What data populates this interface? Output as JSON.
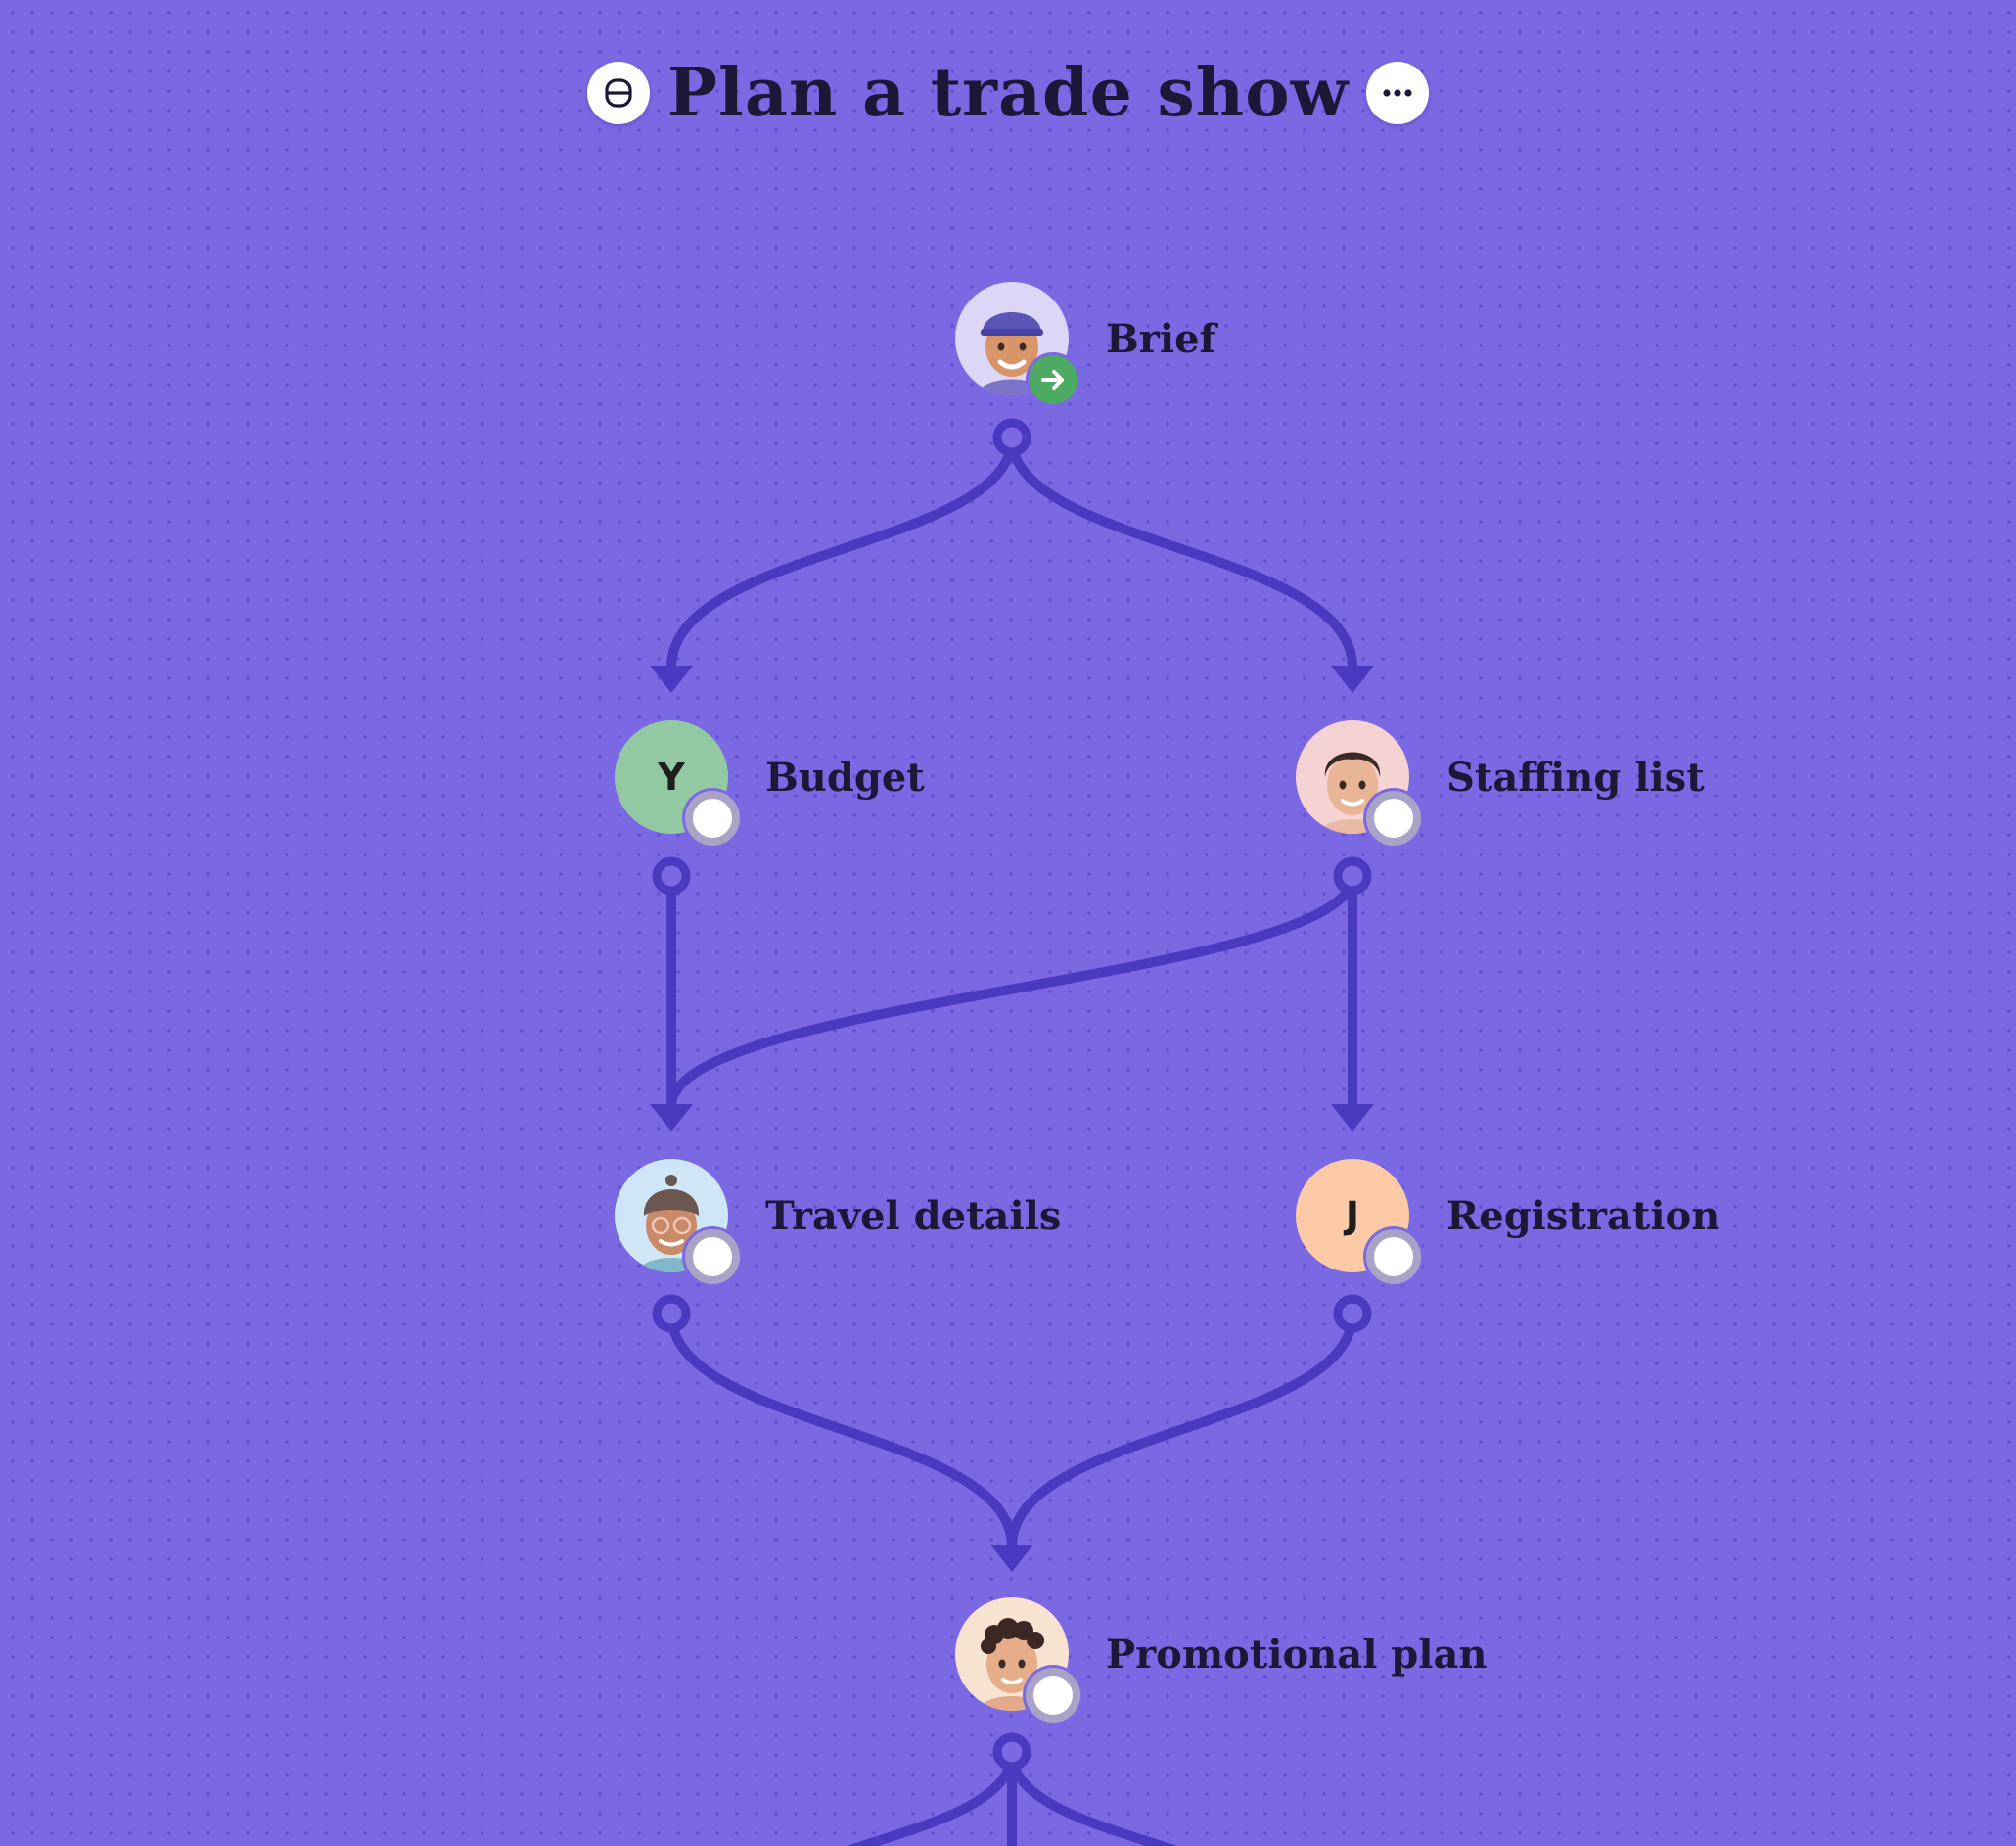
{
  "header": {
    "title": "Plan a trade show",
    "left_icon": "workflow-icon",
    "right_icon": "more-options-icon"
  },
  "colors": {
    "background": "#7b68e3",
    "connector": "#4a3abf",
    "text": "#1c1838",
    "status_started": "#4caa62",
    "status_pending_ring": "#a9a3c8"
  },
  "nodes": [
    {
      "id": "brief",
      "label": "Brief",
      "avatar": "memoji-purple-cap",
      "status": "started"
    },
    {
      "id": "budget",
      "label": "Budget",
      "avatar": "initial",
      "initial": "Y",
      "avatar_color": "#93c9a2",
      "status": "pending"
    },
    {
      "id": "staffing",
      "label": "Staffing list",
      "avatar": "memoji-dark-hair",
      "status": "pending"
    },
    {
      "id": "travel",
      "label": "Travel details",
      "avatar": "memoji-beanie-glasses",
      "status": "pending"
    },
    {
      "id": "registration",
      "label": "Registration",
      "avatar": "initial",
      "initial": "J",
      "avatar_color": "#fccaa6",
      "status": "pending"
    },
    {
      "id": "promotional",
      "label": "Promotional plan",
      "avatar": "memoji-curly-hair",
      "status": "pending"
    }
  ],
  "edges": [
    {
      "from": "brief",
      "to": "budget"
    },
    {
      "from": "brief",
      "to": "staffing"
    },
    {
      "from": "budget",
      "to": "travel"
    },
    {
      "from": "staffing",
      "to": "travel"
    },
    {
      "from": "staffing",
      "to": "registration"
    },
    {
      "from": "travel",
      "to": "promotional"
    },
    {
      "from": "registration",
      "to": "promotional"
    }
  ]
}
